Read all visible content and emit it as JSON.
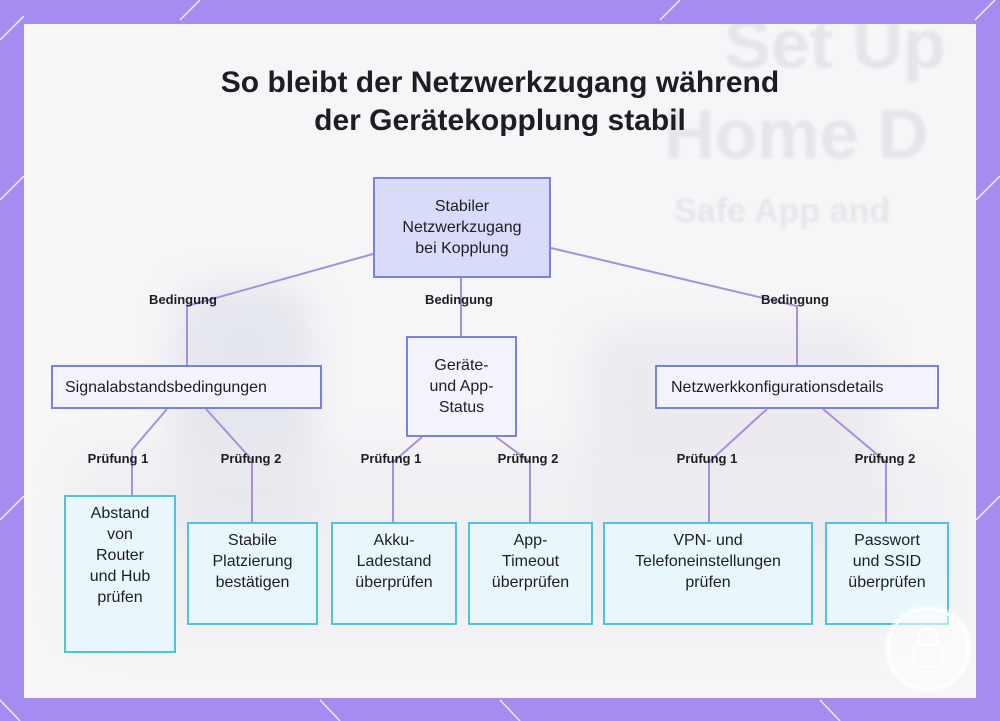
{
  "title": {
    "line1": "So bleibt der Netzwerkzugang während",
    "line2": "der Gerätekopplung stabil"
  },
  "background_text": {
    "line1": "Set Up",
    "line2": "Home D",
    "line3": "Safe App and"
  },
  "root": {
    "label": "Stabiler Netzwerkzugang bei Kopplung"
  },
  "edge_labels": {
    "condition": "Bedingung",
    "check1": "Prüfung 1",
    "check2": "Prüfung 2"
  },
  "branches": [
    {
      "label": "Signalabstandsbedingungen",
      "leaves": [
        "Abstand von Router und Hub prüfen",
        "Stabile Platzierung bestätigen"
      ]
    },
    {
      "label": "Geräte- und App-Status",
      "leaves": [
        "Akku-Ladestand überprüfen",
        "App-Timeout überprüfen"
      ]
    },
    {
      "label": "Netzwerkkonfigurationsdetails",
      "leaves": [
        "VPN- und Telefoneinstellungen prüfen",
        "Passwort und SSID überprüfen"
      ]
    }
  ],
  "colors": {
    "frame": "#a48cf0",
    "connector": "#a98ee0",
    "root_fill": "#d9dbfb",
    "node_border": "#7a7fe0",
    "leaf_border": "#52c2dc",
    "leaf_fill": "#e9f6fb"
  }
}
